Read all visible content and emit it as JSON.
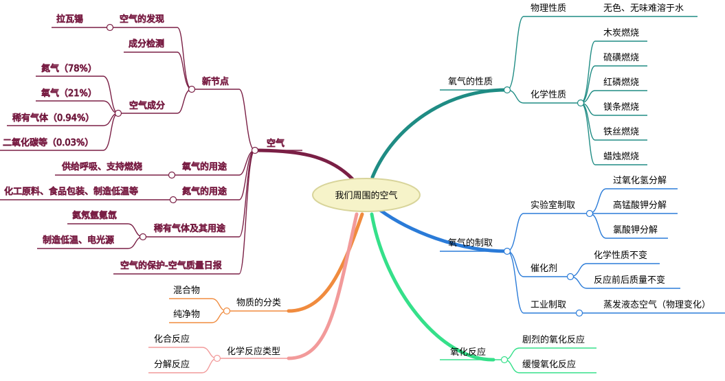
{
  "colors": {
    "center_fill": "#f6f3c9",
    "center_stroke": "#d8d49a",
    "air": "#7a1f45",
    "oxygen_props": "#1f8c84",
    "oxygen_prep": "#2a7bd8",
    "oxidation": "#35e08a",
    "classify": "#f08b3e",
    "reaction": "#f29a9a"
  },
  "map": {
    "center": "我们周围的空气",
    "air": {
      "label": "空气",
      "new_points": {
        "label": "新节点",
        "discovery": {
          "label": "空气的发现",
          "children": [
            "拉瓦锡"
          ]
        },
        "detection": "成分检测",
        "composition": {
          "label": "空气成分",
          "children": [
            "氮气（78%）",
            "氧气（21%）",
            "稀有气体（0.94%）",
            "二氧化碳等（0.03%）"
          ]
        }
      },
      "oxygen_use": {
        "label": "氧气的用途",
        "children": [
          "供给呼吸、支持燃烧"
        ]
      },
      "nitrogen_use": {
        "label": "氮气的用途",
        "children": [
          "化工原料、食品包装、制造低温等"
        ]
      },
      "rare_gas": {
        "label": "稀有气体及其用途",
        "children": [
          "氦氖氩氪氙",
          "制造低温、电光源"
        ]
      },
      "protection": "空气的保护-空气质量日报"
    },
    "classify": {
      "label": "物质的分类",
      "children": [
        "混合物",
        "纯净物"
      ]
    },
    "reaction": {
      "label": "化学反应类型",
      "children": [
        "化合反应",
        "分解反应"
      ]
    },
    "oxygen_props": {
      "label": "氧气的性质",
      "physical": {
        "label": "物理性质",
        "children": [
          "无色、无味难溶于水"
        ]
      },
      "chemical": {
        "label": "化学性质",
        "children": [
          "木炭燃烧",
          "硫磺燃烧",
          "红磷燃烧",
          "镁条燃烧",
          "铁丝燃烧",
          "蜡烛燃烧"
        ]
      }
    },
    "oxygen_prep": {
      "label": "氧气的制取",
      "lab": {
        "label": "实验室制取",
        "children": [
          "过氧化氢分解",
          "高锰酸钾分解",
          "氯酸钾分解"
        ]
      },
      "catalyst": {
        "label": "催化剂",
        "children": [
          "化学性质不变",
          "反应前后质量不变"
        ]
      },
      "industry": {
        "label": "工业制取",
        "children": [
          "蒸发液态空气（物理变化）"
        ]
      }
    },
    "oxidation": {
      "label": "氧化反应",
      "children": [
        "剧烈的氧化反应",
        "缓慢氧化反应"
      ]
    }
  }
}
